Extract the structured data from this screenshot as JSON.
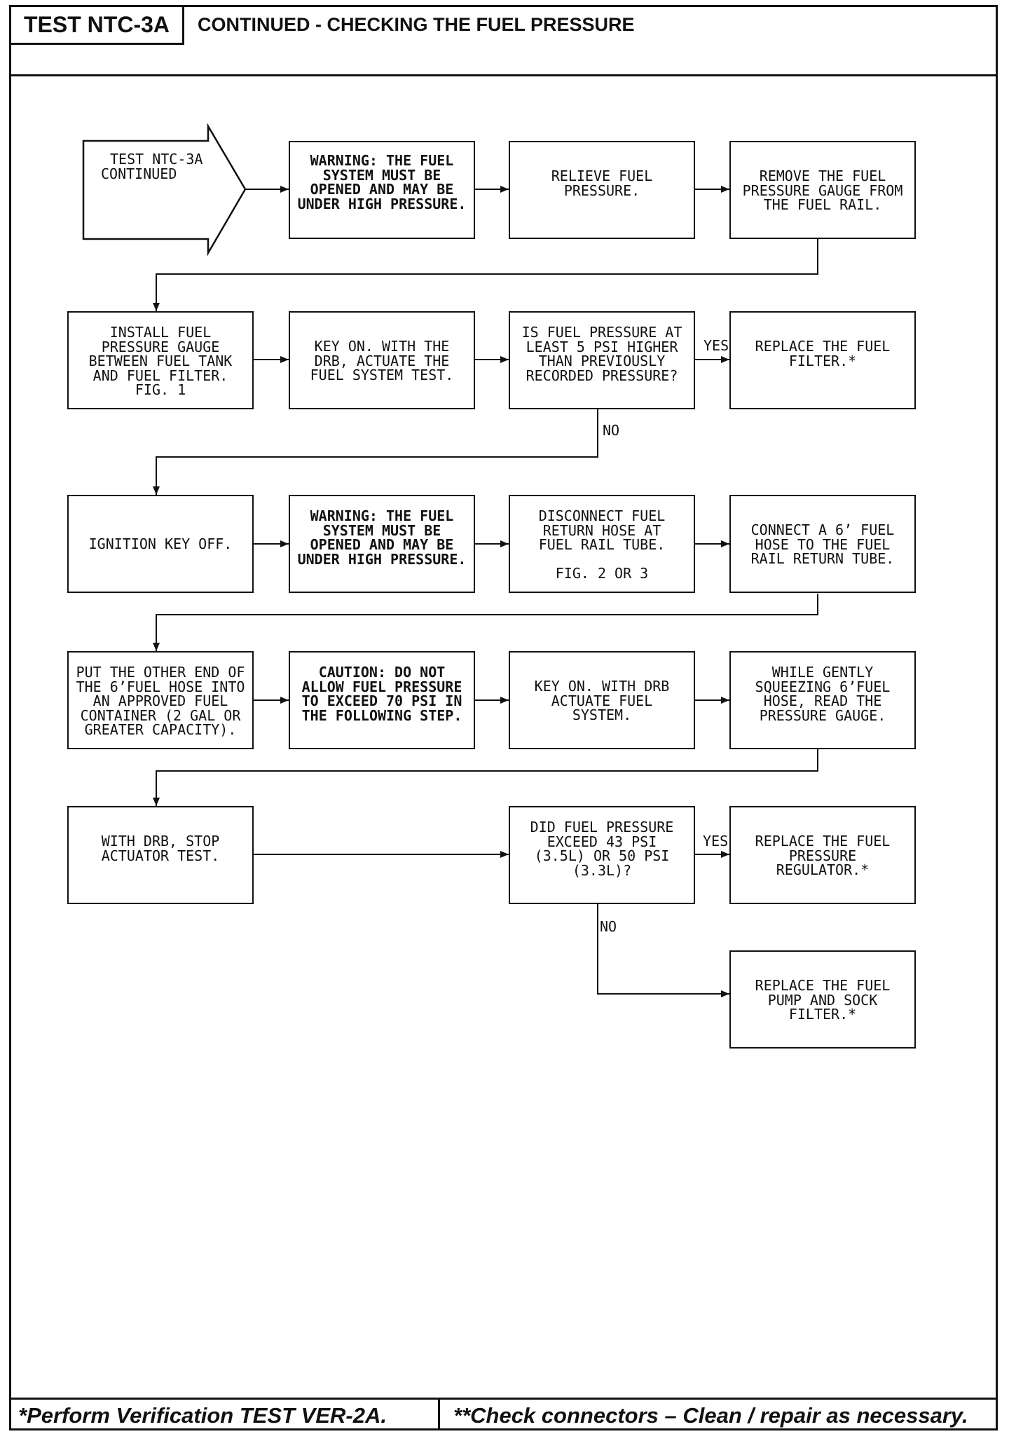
{
  "header": {
    "test_id": "TEST NTC-3A",
    "title": "CONTINUED - CHECKING THE FUEL PRESSURE"
  },
  "flowchart": {
    "start": "TEST NTC-3A\nCONTINUED",
    "row1": {
      "warning": "WARNING: THE FUEL\nSYSTEM MUST BE\nOPENED AND MAY BE\nUNDER HIGH PRESSURE.",
      "relieve": "RELIEVE FUEL\nPRESSURE.",
      "remove_gauge": "REMOVE THE FUEL\nPRESSURE GAUGE FROM\nTHE FUEL RAIL."
    },
    "row2": {
      "install_gauge": "INSTALL FUEL\nPRESSURE GAUGE\nBETWEEN FUEL TANK\nAND FUEL FILTER.\nFIG. 1",
      "key_on": "KEY ON. WITH THE\nDRB, ACTUATE THE\nFUEL SYSTEM TEST.",
      "decision": "IS FUEL PRESSURE AT\nLEAST 5 PSI HIGHER\nTHAN PREVIOUSLY\nRECORDED PRESSURE?",
      "yes_label": "YES",
      "no_label": "NO",
      "replace_filter": "REPLACE THE FUEL\nFILTER.*"
    },
    "row3": {
      "ignition_off": "IGNITION KEY OFF.",
      "warning": "WARNING: THE FUEL\nSYSTEM MUST BE\nOPENED AND MAY BE\nUNDER HIGH PRESSURE.",
      "disconnect_hose": "DISCONNECT FUEL\nRETURN HOSE AT\nFUEL RAIL TUBE.\n\nFIG. 2 OR 3",
      "connect_hose": "CONNECT A 6’ FUEL\nHOSE TO THE FUEL\nRAIL RETURN TUBE."
    },
    "row4": {
      "container": "PUT THE OTHER END OF\nTHE 6’FUEL HOSE INTO\nAN APPROVED FUEL\nCONTAINER (2 GAL OR\nGREATER CAPACITY).",
      "caution": "CAUTION: DO NOT\nALLOW FUEL PRESSURE\nTO EXCEED 70 PSI IN\nTHE FOLLOWING STEP.",
      "key_on": "KEY ON. WITH DRB\nACTUATE FUEL\nSYSTEM.",
      "squeeze_hose": "WHILE GENTLY\nSQUEEZING 6’FUEL\nHOSE, READ THE\nPRESSURE GAUGE."
    },
    "row5": {
      "stop_test": "WITH DRB, STOP\nACTUATOR TEST.",
      "decision": "DID FUEL PRESSURE\nEXCEED 43 PSI\n(3.5L) OR 50 PSI\n(3.3L)?",
      "yes_label": "YES",
      "no_label": "NO",
      "replace_regulator": "REPLACE THE FUEL\nPRESSURE\nREGULATOR.*"
    },
    "row6": {
      "replace_pump": "REPLACE THE FUEL\nPUMP AND SOCK\nFILTER.*"
    }
  },
  "footer": {
    "note_verification": "*Perform Verification TEST VER-2A.",
    "note_connectors": "**Check connectors – Clean / repair as necessary."
  }
}
